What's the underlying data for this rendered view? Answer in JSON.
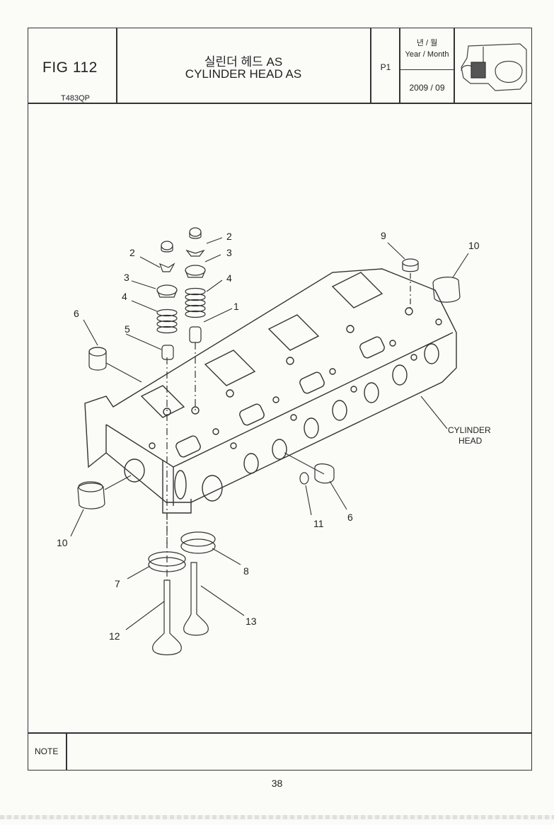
{
  "header": {
    "fig": "FIG 112",
    "model_code": "T483QP",
    "title_ko": "실린더 헤드 AS",
    "title_en": "CYLINDER HEAD AS",
    "page_ref": "P1",
    "year_month_ko": "년 / 월",
    "year_month_en": "Year / Month",
    "year_month_value": "2009  / 09"
  },
  "diagram": {
    "callouts": [
      "1",
      "2",
      "2",
      "3",
      "3",
      "4",
      "4",
      "5",
      "6",
      "6",
      "7",
      "8",
      "9",
      "10",
      "10",
      "11",
      "12",
      "13"
    ],
    "part_label_line1": "CYLINDER",
    "part_label_line2": "HEAD"
  },
  "footer": {
    "note_label": "NOTE",
    "page_number": "38"
  }
}
